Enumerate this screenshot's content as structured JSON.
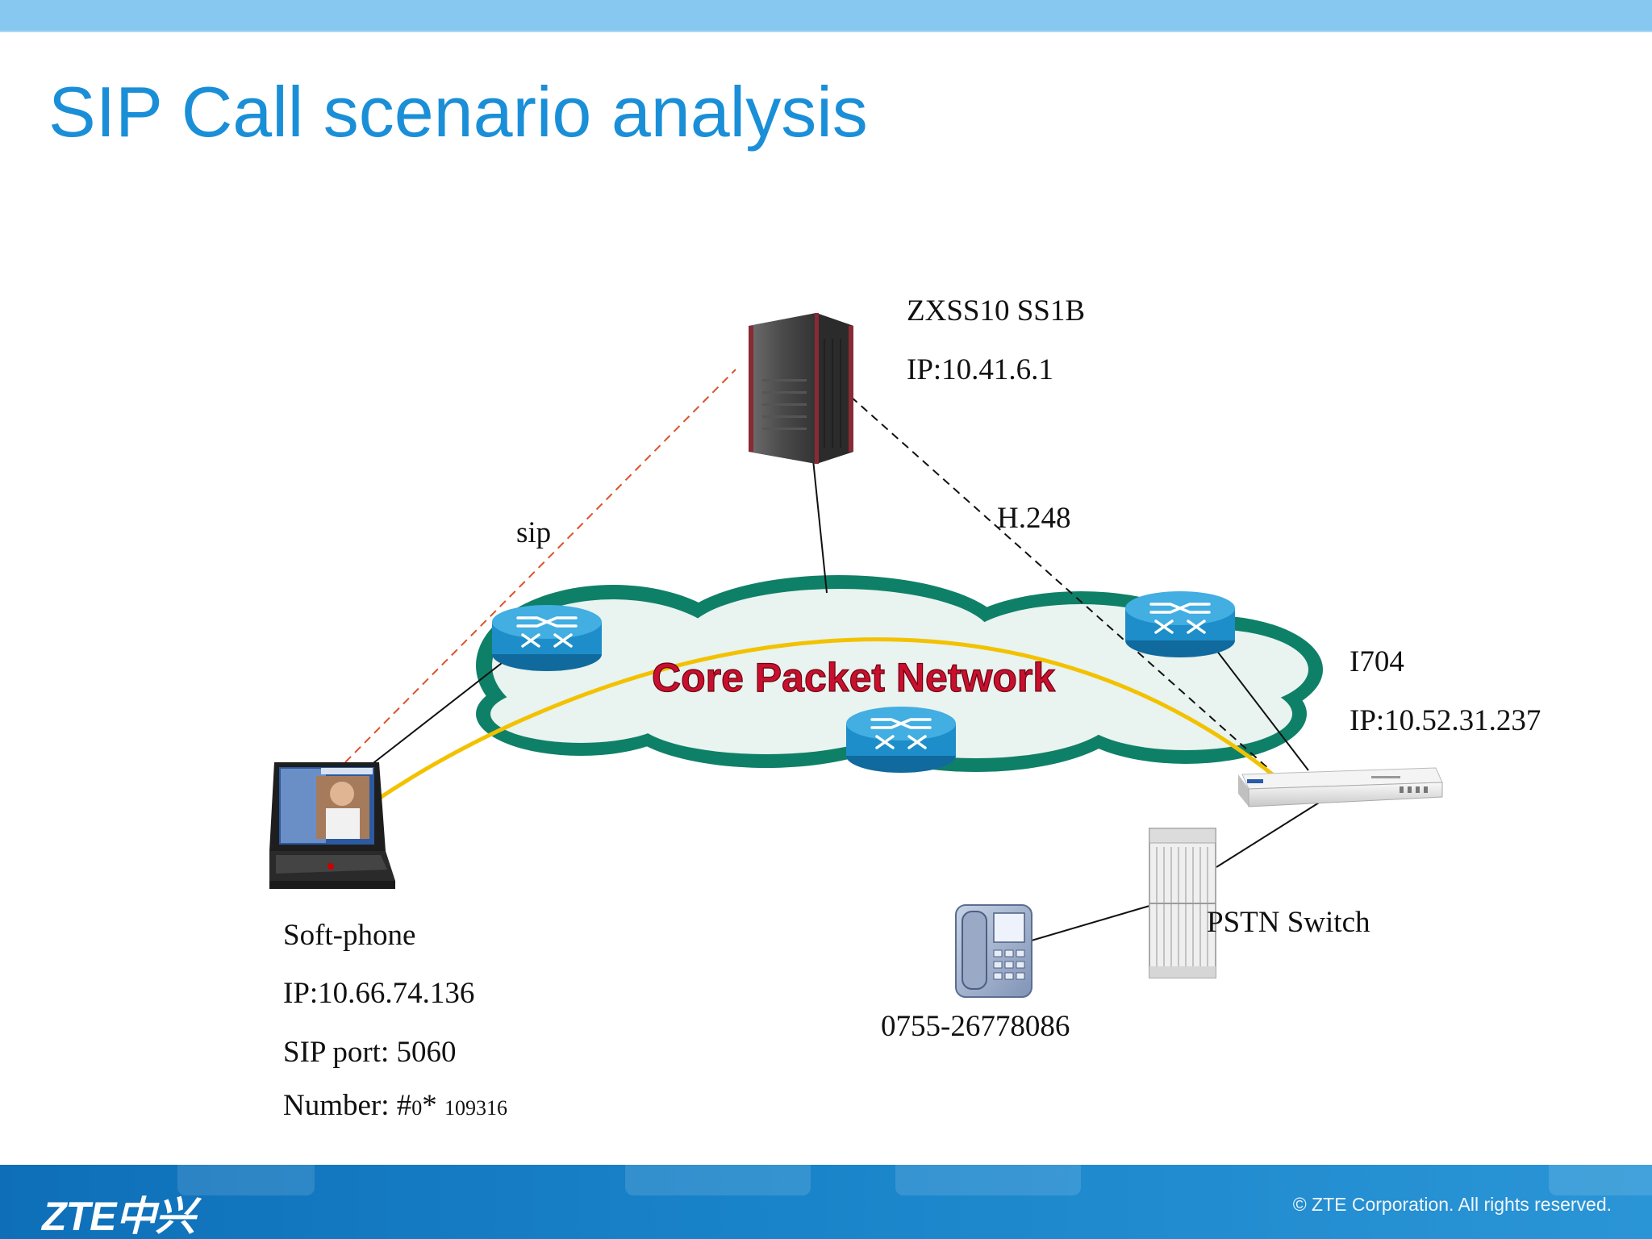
{
  "slide": {
    "title": "SIP Call scenario analysis",
    "footer_logo": "ZTE中兴",
    "copyright": "© ZTE Corporation. All rights reserved."
  },
  "diagram": {
    "network_label": "Core Packet Network",
    "softswitch": {
      "name": "ZXSS10 SS1B",
      "ip": "IP:10.41.6.1"
    },
    "gateway": {
      "name": "I704",
      "ip": "IP:10.52.31.237"
    },
    "softphone": {
      "name": "Soft-phone",
      "ip": "IP:10.66.74.136",
      "port": "SIP port: 5060",
      "number_prefix": "Number: #",
      "number_zero": "0",
      "number_star": "*",
      "number_suffix": "109316"
    },
    "pstn_switch": "PSTN Switch",
    "phone_number": "0755-26778086",
    "protocol_sip": "sip",
    "protocol_h248": "H.248"
  },
  "colors": {
    "title": "#1a8fd8",
    "top_bar": "#86c8ef",
    "footer": "#1983c9",
    "cloud_border": "#0f8068",
    "cloud_fill": "#e9f3ef",
    "router": "#1d8ec9",
    "media_path": "#f2c200",
    "sip_link": "#d9532b",
    "network_label": "#c8102e"
  }
}
